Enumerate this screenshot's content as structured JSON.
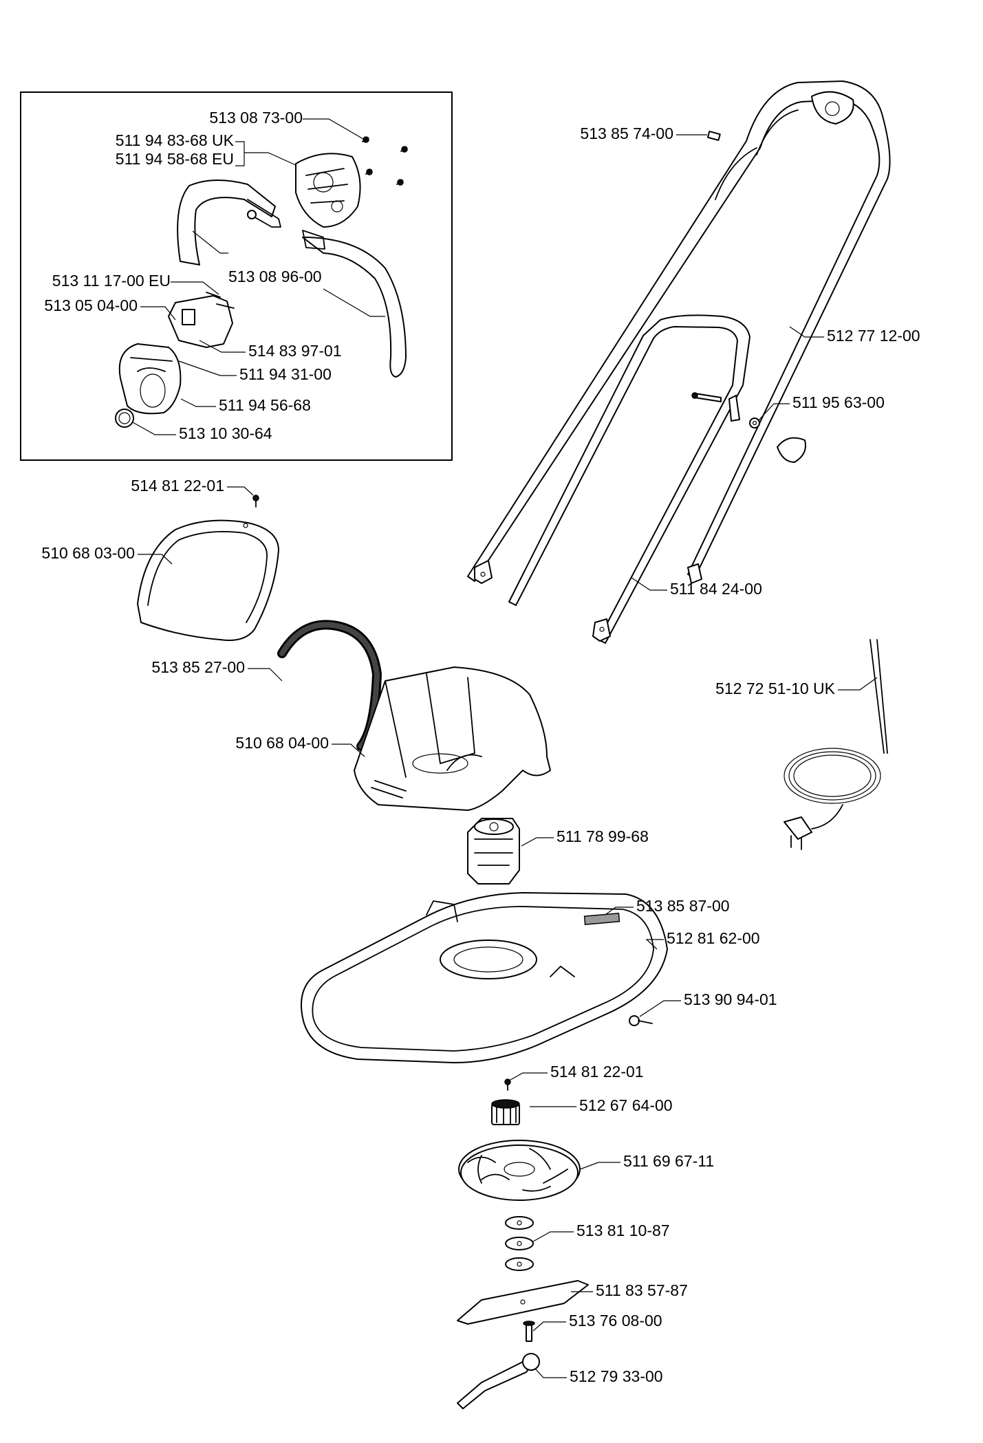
{
  "callouts": [
    {
      "id": "c1",
      "text": "513 08 73-00"
    },
    {
      "id": "c2",
      "text": "511 94 83-68 UK"
    },
    {
      "id": "c3",
      "text": "511 94 58-68 EU"
    },
    {
      "id": "c4",
      "text": "513 08 96-00"
    },
    {
      "id": "c5",
      "text": "513 11 17-00 EU"
    },
    {
      "id": "c6",
      "text": "513 05 04-00"
    },
    {
      "id": "c7",
      "text": "514 83 97-01"
    },
    {
      "id": "c8",
      "text": "511 94 31-00"
    },
    {
      "id": "c9",
      "text": "511 94 56-68"
    },
    {
      "id": "c10",
      "text": "513 10 30-64"
    },
    {
      "id": "c11",
      "text": "513 85 74-00"
    },
    {
      "id": "c12",
      "text": "512 77 12-00"
    },
    {
      "id": "c13",
      "text": "511 95 63-00"
    },
    {
      "id": "c14",
      "text": "514 81 22-01"
    },
    {
      "id": "c15",
      "text": "510 68 03-00"
    },
    {
      "id": "c16",
      "text": "511 84 24-00"
    },
    {
      "id": "c17",
      "text": "513 85 27-00"
    },
    {
      "id": "c18",
      "text": "512 72 51-10 UK"
    },
    {
      "id": "c19",
      "text": "510 68 04-00"
    },
    {
      "id": "c20",
      "text": "511 78 99-68"
    },
    {
      "id": "c21",
      "text": "513 85 87-00"
    },
    {
      "id": "c22",
      "text": "512 81 62-00"
    },
    {
      "id": "c23",
      "text": "513 90 94-01"
    },
    {
      "id": "c24",
      "text": "514 81 22-01"
    },
    {
      "id": "c25",
      "text": "512 67 64-00"
    },
    {
      "id": "c26",
      "text": "511 69 67-11"
    },
    {
      "id": "c27",
      "text": "513 81 10-87"
    },
    {
      "id": "c28",
      "text": "511 83 57-87"
    },
    {
      "id": "c29",
      "text": "513 76 08-00"
    },
    {
      "id": "c30",
      "text": "512 79 33-00"
    }
  ]
}
